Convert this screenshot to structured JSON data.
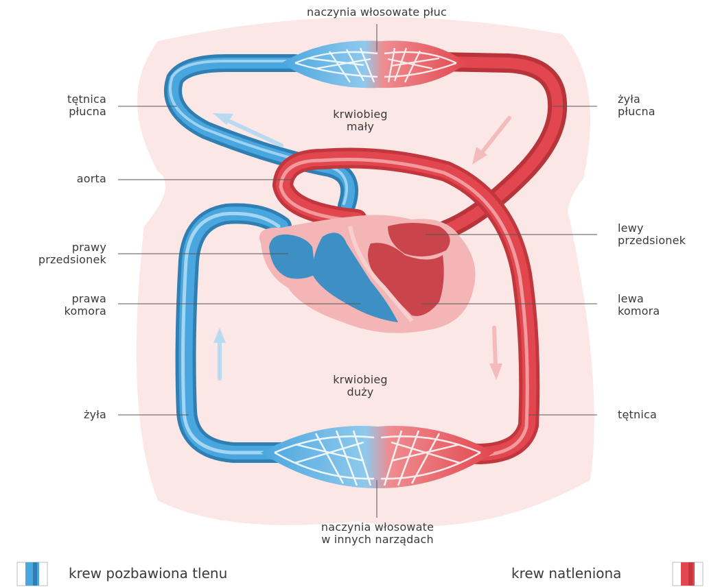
{
  "colors": {
    "blood_deoxygenated": "#4aa6df",
    "blood_deoxygenated_dark": "#2f7fb3",
    "blood_oxygenated": "#e2474f",
    "blood_oxygenated_dark": "#c2363d",
    "background_glow": "#fbe5e4",
    "heart_tissue": "#f3b5b5"
  },
  "labels": {
    "lung_capillaries": "naczynia włosowate płuc",
    "pulmonary_artery": [
      "tętnica",
      "płucna"
    ],
    "pulmonary_vein": [
      "żyła",
      "płucna"
    ],
    "pulmonary_circulation": [
      "krwiobieg",
      "mały"
    ],
    "aorta": "aorta",
    "left_atrium": [
      "lewy",
      "przedsionek"
    ],
    "right_atrium": [
      "prawy",
      "przedsionek"
    ],
    "right_ventricle": [
      "prawa",
      "komora"
    ],
    "left_ventricle": [
      "lewa",
      "komora"
    ],
    "systemic_circulation": [
      "krwiobieg",
      "duży"
    ],
    "vein": "żyła",
    "artery": "tętnica",
    "organ_capillaries": [
      "naczynia włosowate",
      "w innych narządach"
    ]
  },
  "legend": {
    "deoxygenated": "krew pozbawiona tlenu",
    "oxygenated": "krew natleniona"
  }
}
